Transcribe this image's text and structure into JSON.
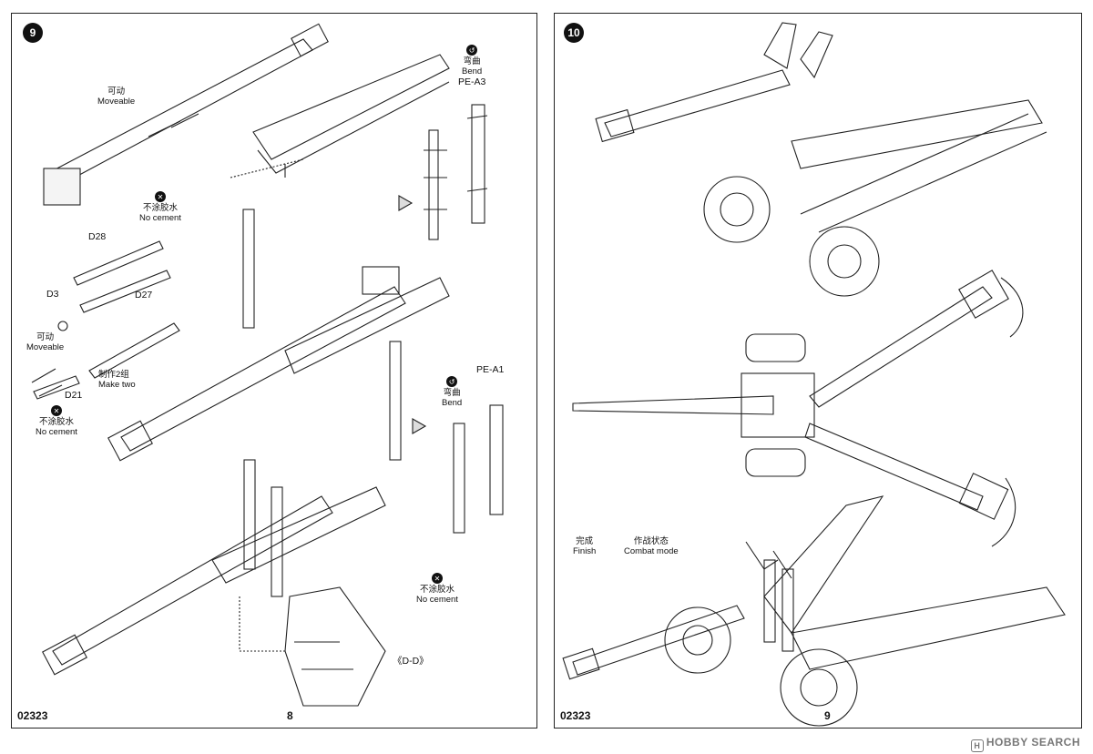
{
  "left_page": {
    "step": "9",
    "product_code": "02323",
    "page_number": "8",
    "labels": {
      "moveable_top_cn": "可动",
      "moveable_top_en": "Moveable",
      "no_cement_1_cn": "不涂胶水",
      "no_cement_1_en": "No cement",
      "bend_1_cn": "弯曲",
      "bend_1_en": "Bend",
      "pe_a3": "PE-A3",
      "d28": "D28",
      "d27": "D27",
      "d3": "D3",
      "moveable_mid_cn": "可动",
      "moveable_mid_en": "Moveable",
      "make_two_cn": "制作2组",
      "make_two_en": "Make two",
      "d21": "D21",
      "no_cement_2_cn": "不涂胶水",
      "no_cement_2_en": "No cement",
      "bend_2_cn": "弯曲",
      "bend_2_en": "Bend",
      "pe_a1": "PE-A1",
      "no_cement_3_cn": "不涂胶水",
      "no_cement_3_en": "No cement",
      "section_dd": "《D-D》"
    }
  },
  "right_page": {
    "step": "10",
    "product_code": "02323",
    "page_number": "9",
    "labels": {
      "finish_cn": "完成",
      "finish_en": "Finish",
      "combat_cn": "作战状态",
      "combat_en": "Combat mode"
    }
  },
  "watermark": {
    "text": "HOBBY SEARCH",
    "icon": "hobby-search-logo-icon"
  },
  "icons": {
    "no_cement": "no-cement-icon",
    "bend": "bend-icon",
    "step_badge": "step-number-icon"
  }
}
